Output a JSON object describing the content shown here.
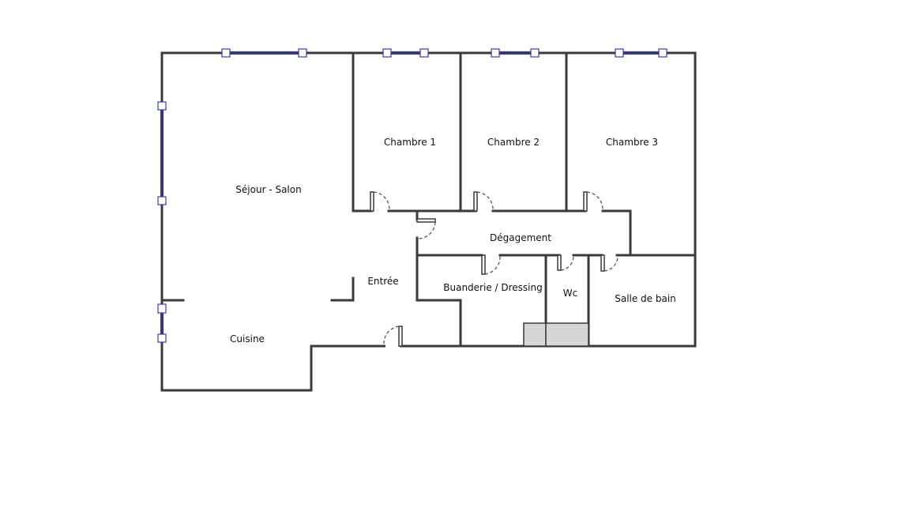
{
  "plan": {
    "rooms": {
      "sejour": "Séjour - Salon",
      "chambre1": "Chambre 1",
      "chambre2": "Chambre 2",
      "chambre3": "Chambre 3",
      "degagement": "Dégagement",
      "entree": "Entrée",
      "buanderie": "Buanderie / Dressing",
      "wc": "Wc",
      "salle_de_bain": "Salle de bain",
      "cuisine": "Cuisine"
    },
    "colors": {
      "wall": "#3a3a3a",
      "window": "#3b3bb0",
      "fixture": "#d6d6d6"
    }
  }
}
